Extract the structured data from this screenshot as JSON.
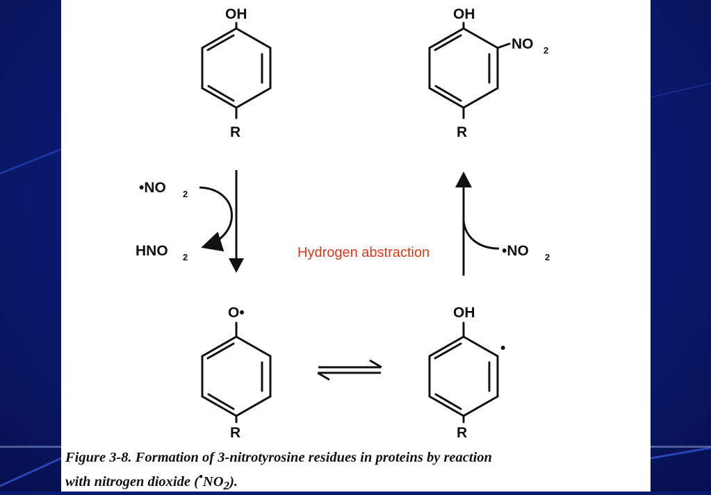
{
  "slide": {
    "overlay_label": "Hydrogen abstraction",
    "caption_line1": "Figure 3-8.  Formation of 3-nitrotyrosine residues in proteins by reaction",
    "caption_line2_main": "with nitrogen dioxide (",
    "caption_line2_radical": "•",
    "caption_line2_formula": "NO",
    "caption_line2_sub": "2",
    "caption_line2_end": ")."
  },
  "molecules": {
    "top_left": {
      "top_group": "OH",
      "bottom_group": "R"
    },
    "top_right": {
      "top_group": "OH",
      "side_group": "NO",
      "side_sub": "2",
      "bottom_group": "R"
    },
    "bottom_left": {
      "top_group": "O•",
      "bottom_group": "R"
    },
    "bottom_right": {
      "top_group": "OH",
      "radical_dot": "•",
      "bottom_group": "R"
    }
  },
  "reagents": {
    "left_in": "•NO",
    "left_in_sub": "2",
    "left_out": "HNO",
    "left_out_sub": "2",
    "right_in": "•NO",
    "right_in_sub": "2"
  },
  "colors": {
    "background": "#0c1c78",
    "panel": "#ffffff",
    "overlay_label": "#e0371c",
    "ink": "#111111"
  }
}
